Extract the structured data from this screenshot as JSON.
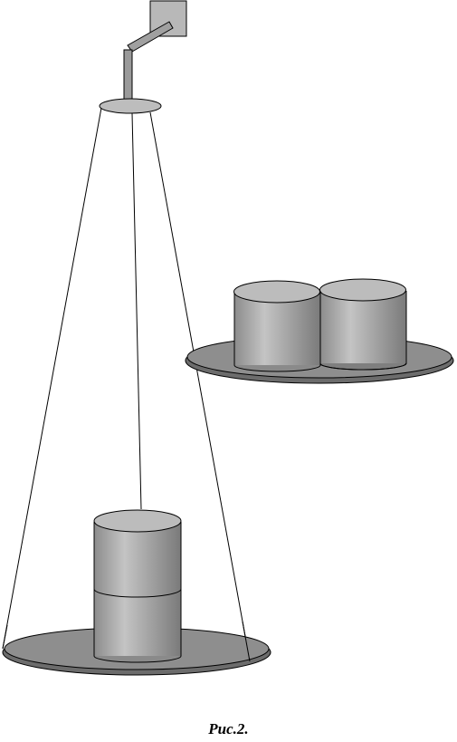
{
  "caption": "Рис.2.",
  "colors": {
    "outline": "#000000",
    "plate_fill": "#8a8a8a",
    "support_fill": "#b5b5b5",
    "weight_top": "#bdbdbd",
    "weight_side_light": "#d0d0d0",
    "weight_side_dark": "#7a7a7a"
  },
  "scene": {
    "support": "wall-mounted-bracket",
    "hanging_pan_weights": 2,
    "resting_pan_weights": 2
  }
}
